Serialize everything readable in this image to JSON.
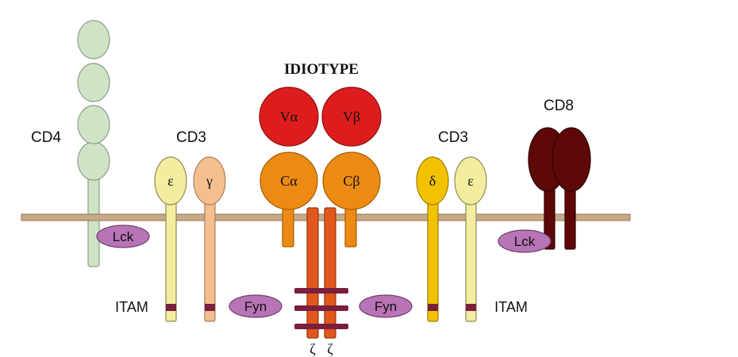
{
  "title": "IDIOTYPE",
  "labels": {
    "cd4": "CD4",
    "cd3_left": "CD3",
    "cd3_right": "CD3",
    "cd8": "CD8",
    "itam_left": "ITAM",
    "itam_right": "ITAM"
  },
  "tcr": {
    "v_alpha": "Vα",
    "v_beta": "Vβ",
    "c_alpha": "Cα",
    "c_beta": "Cβ",
    "zeta_1": "ζ",
    "zeta_2": "ζ"
  },
  "cd3_chains": {
    "left_epsilon": "ε",
    "left_gamma": "γ",
    "right_delta": "δ",
    "right_epsilon": "ε"
  },
  "kinases": {
    "lck_left": "Lck",
    "lck_right": "Lck",
    "fyn_left": "Fyn",
    "fyn_right": "Fyn"
  },
  "colors": {
    "membrane": "#c8aa88",
    "cd4": "#cfe3c6",
    "cd3_epsilon": "#f3eda0",
    "cd3_gamma": "#f4bf8f",
    "cd3_delta": "#f2c200",
    "v_domains": "#dd1d1d",
    "c_domains": "#ec8a14",
    "zeta": "#e0581c",
    "itam": "#7a1f3c",
    "kinase": "#b774b6",
    "cd8": "#5e0707"
  }
}
